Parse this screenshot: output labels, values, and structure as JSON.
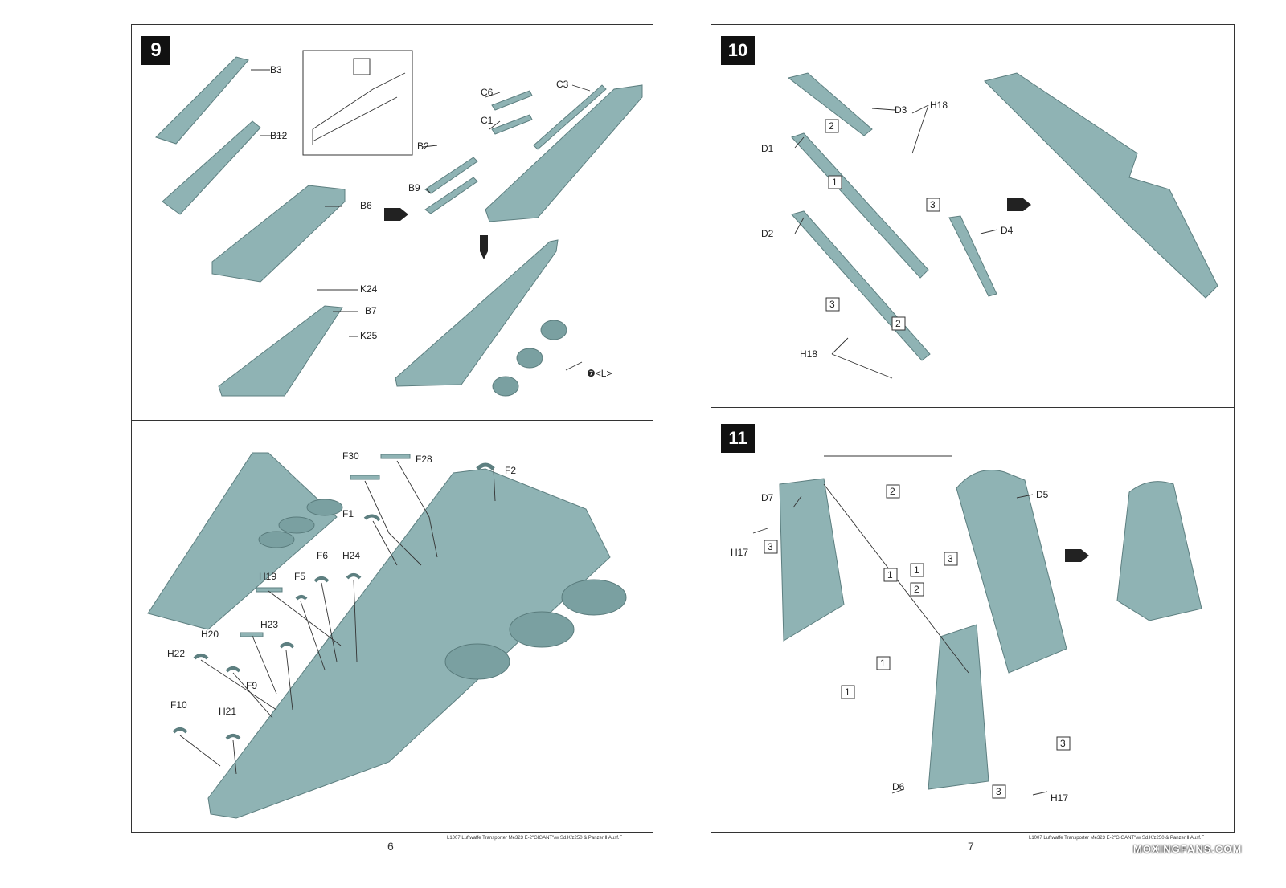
{
  "steps": {
    "s9": "9",
    "s10": "10",
    "s11": "11"
  },
  "labels9": {
    "b3": "B3",
    "b12": "B12",
    "b6": "B6",
    "b7": "B7",
    "k24": "K24",
    "k25": "K25",
    "c6": "C6",
    "c1": "C1",
    "c3": "C3",
    "b2": "B2",
    "b9": "B9",
    "ref": "❼<L>"
  },
  "labelsA": {
    "f30": "F30",
    "f28": "F28",
    "f2": "F2",
    "f1": "F1",
    "f6": "F6",
    "h24": "H24",
    "h19": "H19",
    "f5": "F5",
    "h20": "H20",
    "h23": "H23",
    "h22": "H22",
    "f9": "F9",
    "f10": "F10",
    "h21": "H21"
  },
  "labels10": {
    "d3": "D3",
    "h18a": "H18",
    "d1": "D1",
    "d2": "D2",
    "d4": "D4",
    "h18b": "H18"
  },
  "labels11": {
    "d7": "D7",
    "d5": "D5",
    "h17a": "H17",
    "d6": "D6",
    "h17b": "H17"
  },
  "seq": {
    "one": "1",
    "two": "2",
    "three": "3"
  },
  "footer_left": "L1007 Luftwaffe Transporter Me323 E-2\"GIGANT\"/w Sd.Kfz250 & Panzer Ⅱ Ausf.F",
  "footer_right": "L1007 Luftwaffe Transporter Me323 E-2\"GIGANT\"/w Sd.Kfz250 & Panzer Ⅱ Ausf.F",
  "page_left": "6",
  "page_right": "7",
  "watermark": "MOXINGFANS.COM",
  "colors": {
    "part": "#8fb3b4",
    "border": "#333333"
  }
}
